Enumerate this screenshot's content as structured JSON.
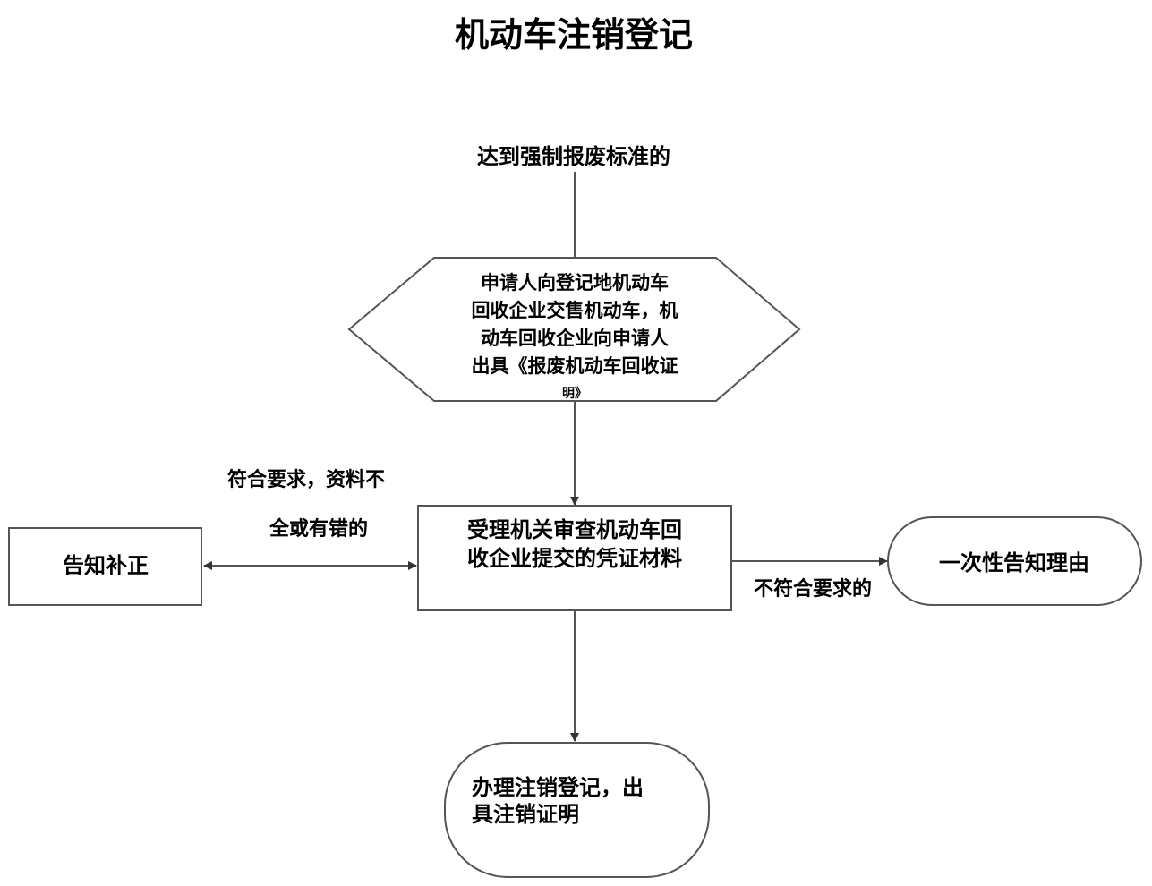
{
  "title": "机动车注销登记",
  "start_label": "达到强制报废标准的",
  "hexagon_lines": [
    "申请人向登记地机动车",
    "回收企业交售机动车，机",
    "动车回收企业向申请人",
    "出具《报废机动车回收证",
    "明》"
  ],
  "left_condition": [
    "符合要求，资料不",
    "全或有错的"
  ],
  "left_box": "告知补正",
  "review_box": [
    "受理机关审查机动车回",
    "收企业提交的凭证材料"
  ],
  "right_condition": "不符合要求的",
  "right_box": "一次性告知理由",
  "end_box": [
    "办理注销登记，出",
    "具注销证明"
  ]
}
